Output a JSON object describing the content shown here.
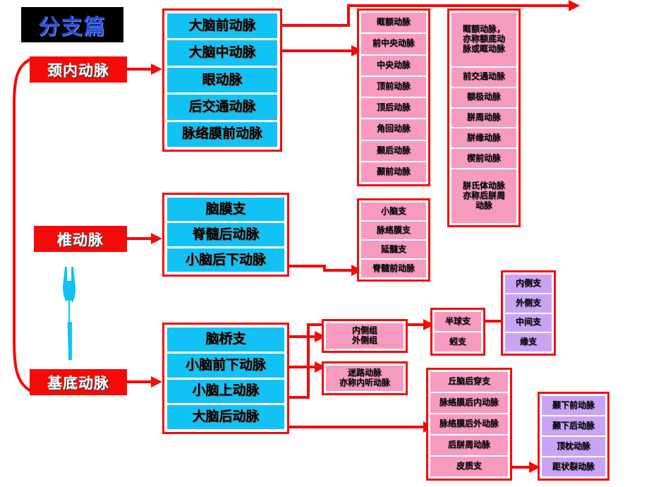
{
  "title": {
    "text": "分支篇"
  },
  "trunks": [
    {
      "id": "ica",
      "label": "颈内动脉"
    },
    {
      "id": "va",
      "label": "椎动脉"
    },
    {
      "id": "ba",
      "label": "基底动脉"
    }
  ],
  "groups": {
    "ica_branches": {
      "name": "internal-carotid-branches",
      "items": [
        "大脑前动脉",
        "大脑中动脉",
        "眼动脉",
        "后交通动脉",
        "脉络膜前动脉"
      ]
    },
    "mca_branches": {
      "name": "middle-cerebral-artery-branches",
      "items": [
        "眶额动脉",
        "前中央动脉",
        "中央动脉",
        "顶前动脉",
        "顶后动脉",
        "角回动脉",
        "颞后动脉",
        "颞前动脉"
      ]
    },
    "aca_branches": {
      "name": "anterior-cerebral-artery-branches",
      "items": [
        "眶额动脉，\n亦称额底动\n脉或眶动脉",
        "前交通动脉",
        "额极动脉",
        "胼周动脉",
        "胼缘动脉",
        "楔前动脉",
        "胼氏体动脉\n亦称后胼周\n动脉"
      ]
    },
    "va_branches": {
      "name": "vertebral-artery-branches",
      "items": [
        "脑膜支",
        "脊髓后动脉",
        "小脑后下动脉"
      ]
    },
    "pica_branches": {
      "name": "pica-branches",
      "items": [
        "小脑支",
        "脉络膜支",
        "延髓支",
        "脊髓前动脉"
      ]
    },
    "ba_branches": {
      "name": "basilar-artery-branches",
      "items": [
        "脑桥支",
        "小脑前下动脉",
        "小脑上动脉",
        "大脑后动脉"
      ]
    },
    "pontine_branches": {
      "name": "pontine-branches",
      "items": [
        "内侧组\n外侧组"
      ]
    },
    "aica_branches": {
      "name": "aica-branches",
      "items": [
        "迷路动脉\n亦称内听动脉"
      ]
    },
    "sca_branches": {
      "name": "superior-cerebellar-artery-branches",
      "items": [
        "半球支",
        "蚓支"
      ]
    },
    "sca_sub_branches": {
      "name": "superior-cerebellar-sub-branches",
      "items": [
        "内侧支",
        "外侧支",
        "中间支",
        "缘支"
      ]
    },
    "pca_branches": {
      "name": "posterior-cerebral-artery-branches",
      "items": [
        "丘脑后穿支",
        "脉络膜后内动脉",
        "脉络膜后外动脉",
        "后胼周动脉",
        "皮质支"
      ]
    },
    "pca_cortical_branches": {
      "name": "posterior-cerebral-cortical-branches",
      "items": [
        "颞下前动脉",
        "颞下后动脉",
        "顶枕动脉",
        "距状裂动脉"
      ]
    }
  },
  "colors": {
    "red": "#f50a0a",
    "cyan": "#12c2f5",
    "pink": "#f79ac0",
    "purple": "#cba3f5",
    "title_text": "#2b4fd8",
    "title_bg": "#000000"
  }
}
